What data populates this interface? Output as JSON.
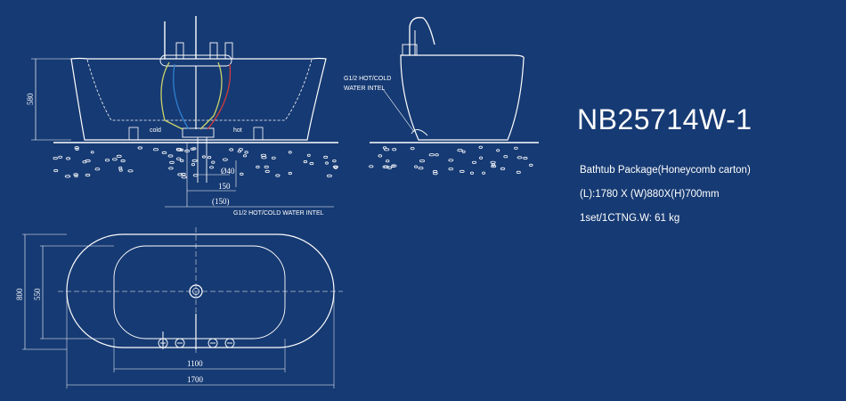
{
  "product": {
    "model": "NB25714W-1",
    "package": "Bathtub Package(Honeycomb carton)",
    "dimensions": "(L):1780 X (W)880X(H)700mm",
    "weight": "1set/1CTNG.W: 61 kg"
  },
  "front_view": {
    "height_label": "580",
    "cold_label": "cold",
    "hot_label": "hot",
    "drain_diameter": "Ø40",
    "dim_150": "150",
    "dim_150_ref": "(150)",
    "inlet_label": "G1/2 HOT/COLD WATER INTEL"
  },
  "side_view": {
    "inlet_line1": "G1/2 HOT/COLD",
    "inlet_line2": "WATER INTEL"
  },
  "top_view": {
    "width_outer": "800",
    "width_inner": "550",
    "length_inner": "1100",
    "length_outer": "1700"
  },
  "colors": {
    "background": "#163a73",
    "line": "#ffffff",
    "cold_pipe": "#2f7fd1",
    "hot_pipe": "#d43a3a",
    "flex_hose": "#c9d36a"
  }
}
